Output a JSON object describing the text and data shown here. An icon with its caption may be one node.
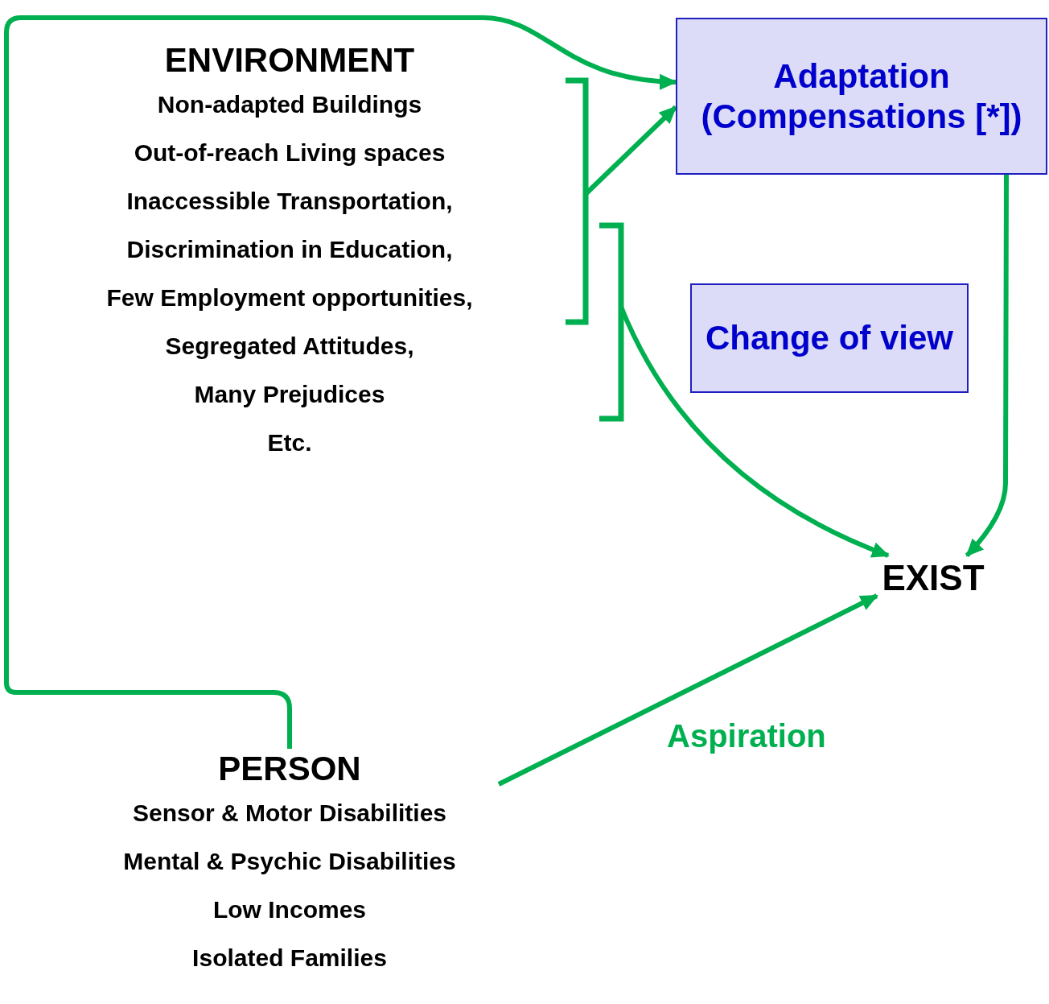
{
  "diagram": {
    "nodes": [
      {
        "text": [
          "ENVIRONMENT",
          "Non-adapted Buildings",
          "Out-of-reach Living spaces",
          "Inaccessible Transportation,",
          "Discrimination in Education,",
          "Few Employment opportunities,",
          "Segregated Attitudes,",
          "Many Prejudices",
          "Etc."
        ]
      },
      {
        "text": [
          "Adaptation (Compensations [*])"
        ]
      },
      {
        "text": [],
        "shape": "bracket"
      },
      {
        "text": [],
        "shape": "bracket"
      },
      {
        "text": [
          "Change of view"
        ]
      },
      {
        "text": [
          "EXIST"
        ]
      },
      {
        "text": [
          "PERSON",
          "Sensor & Motor Disabilities",
          "Mental & Psychic Disabilities",
          "Low Incomes",
          "Isolated Families"
        ]
      }
    ],
    "edges": [
      {
        "from": 6,
        "to": 1,
        "arrow": "to"
      },
      {
        "from": 2,
        "to": 1,
        "arrow": "to"
      },
      {
        "from": 3,
        "to": 5,
        "arrow": "to"
      },
      {
        "from": 1,
        "to": 5,
        "arrow": "to"
      },
      {
        "from": 6,
        "to": 5,
        "arrow": "to",
        "label": "Aspiration"
      }
    ]
  }
}
